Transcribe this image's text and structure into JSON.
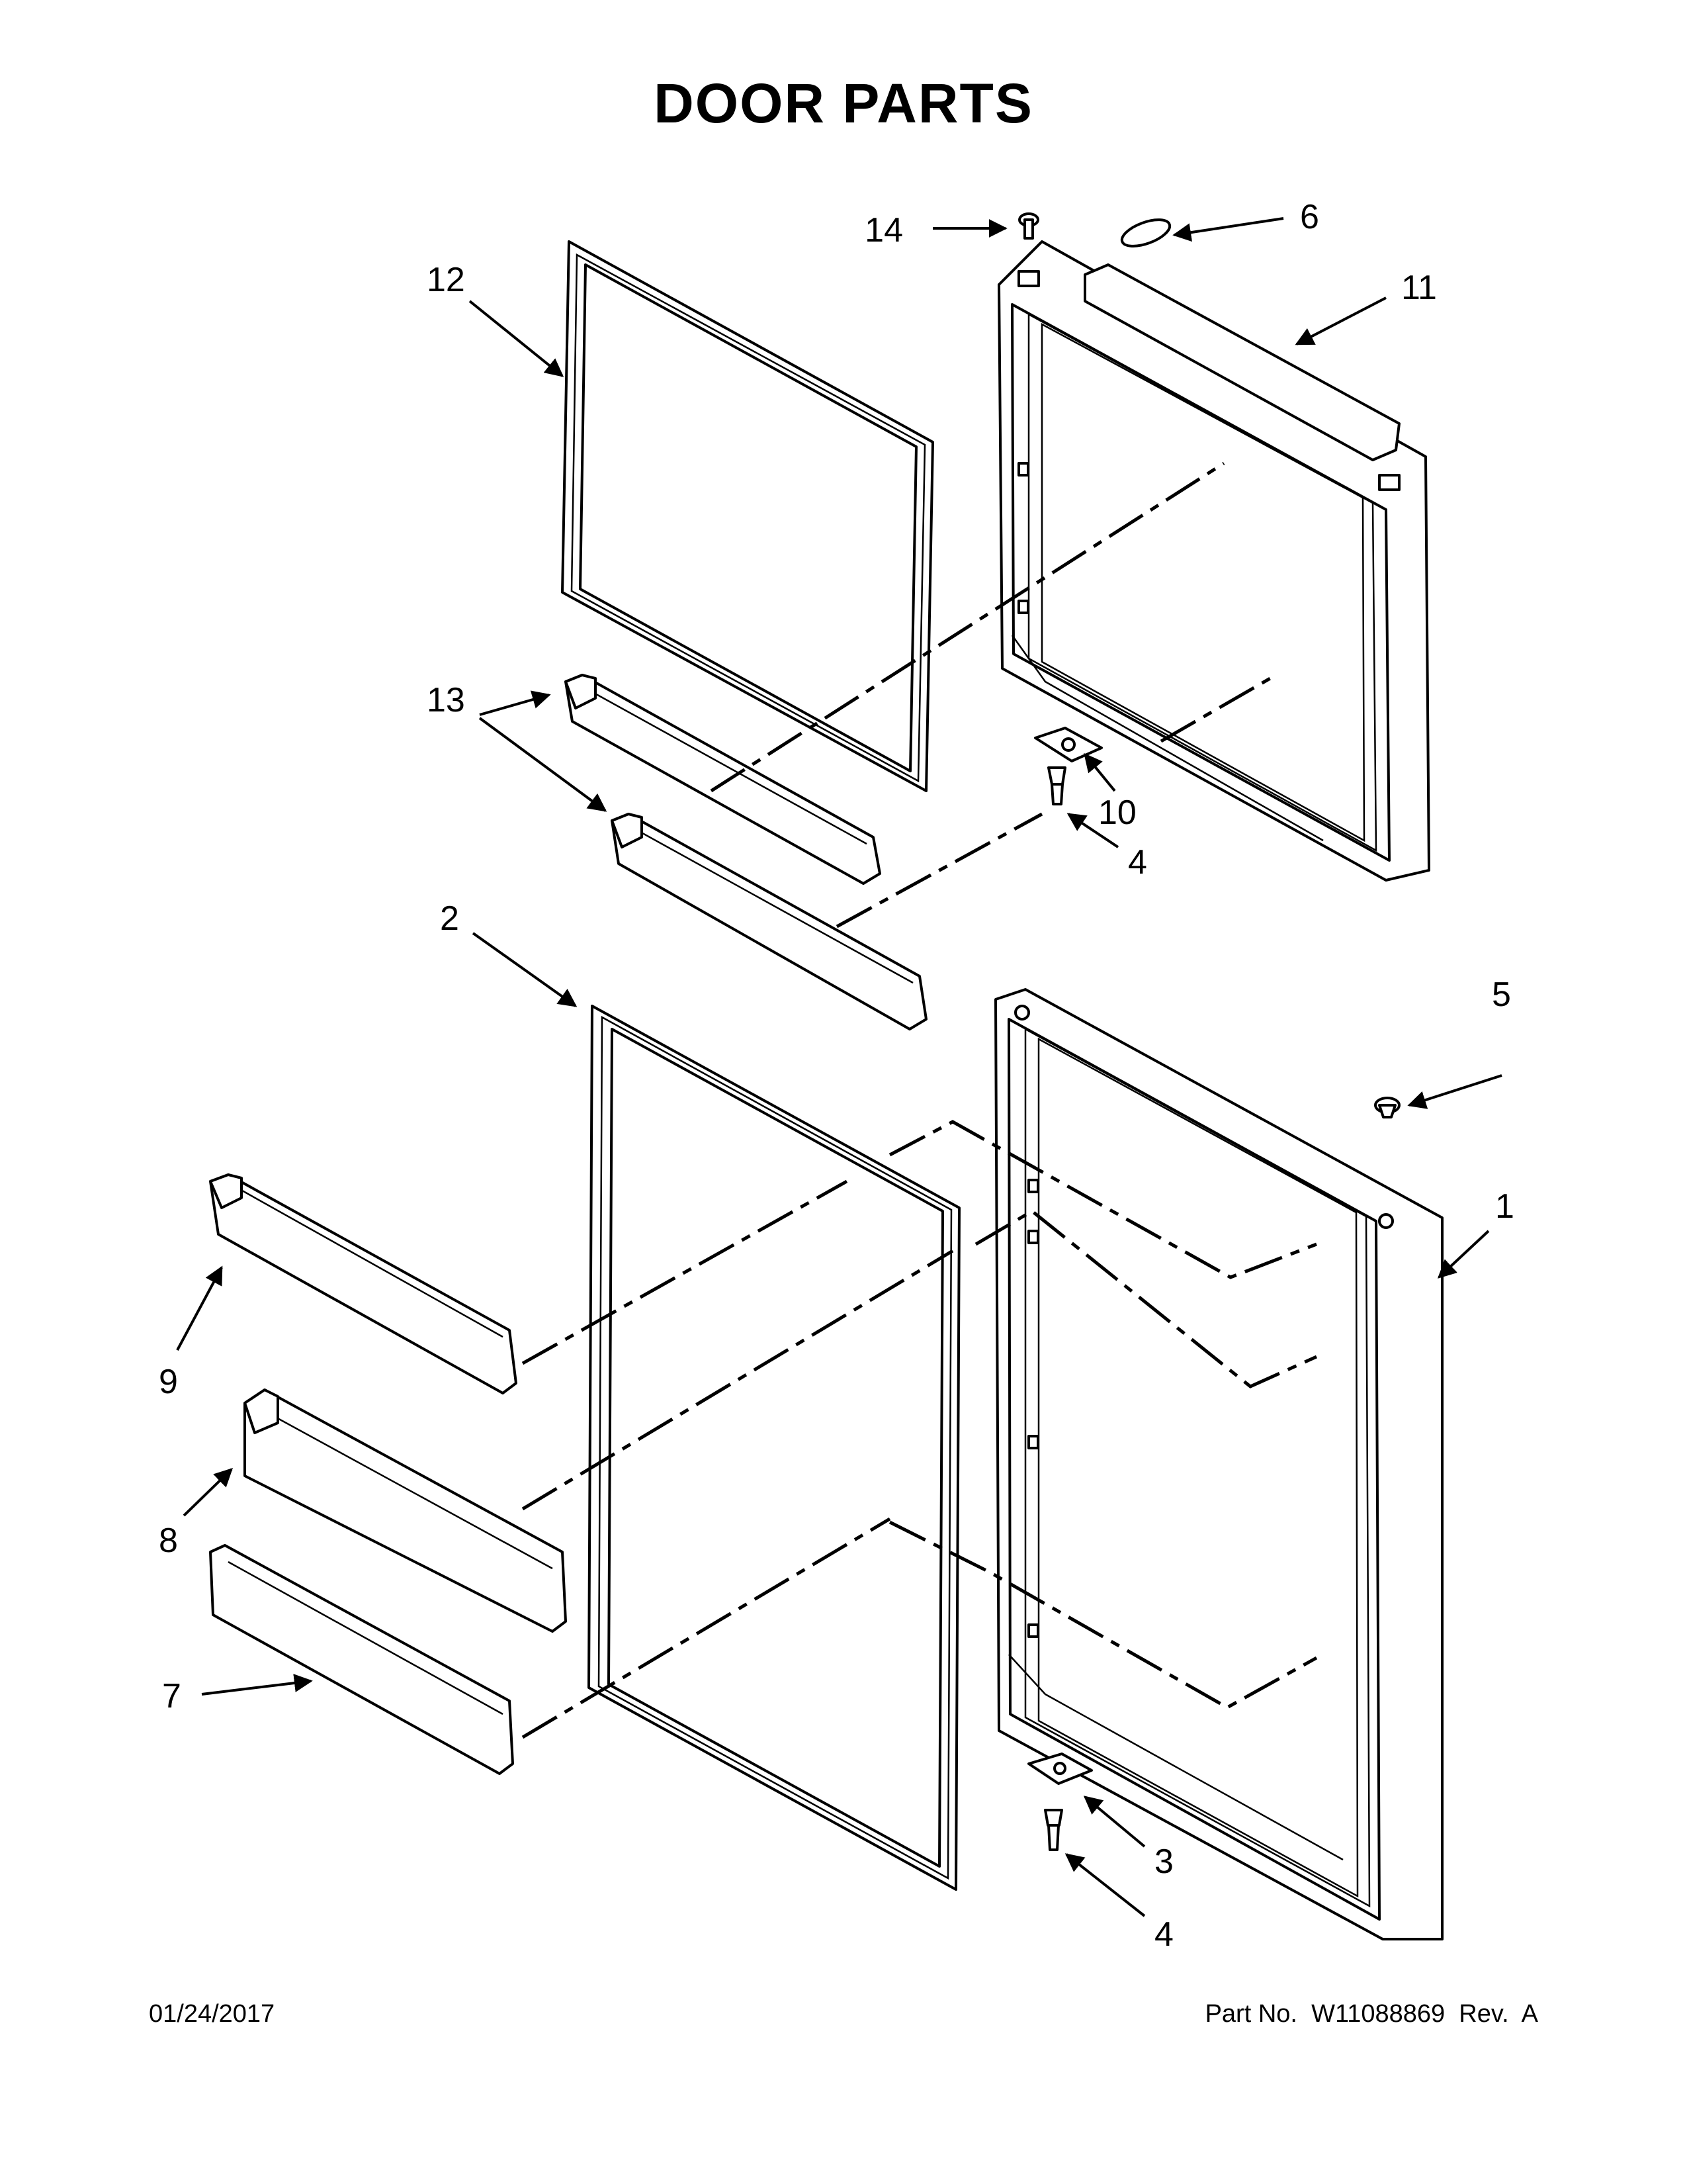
{
  "title": "DOOR PARTS",
  "callouts": {
    "c1": "1",
    "c2": "2",
    "c3": "3",
    "c4a": "4",
    "c4b": "4",
    "c5": "5",
    "c6": "6",
    "c7": "7",
    "c8": "8",
    "c9": "9",
    "c10": "10",
    "c11": "11",
    "c12": "12",
    "c13": "13",
    "c14": "14"
  },
  "footer": {
    "date": "01/24/2017",
    "part_no": "Part No.  W11088869  Rev.  A"
  }
}
